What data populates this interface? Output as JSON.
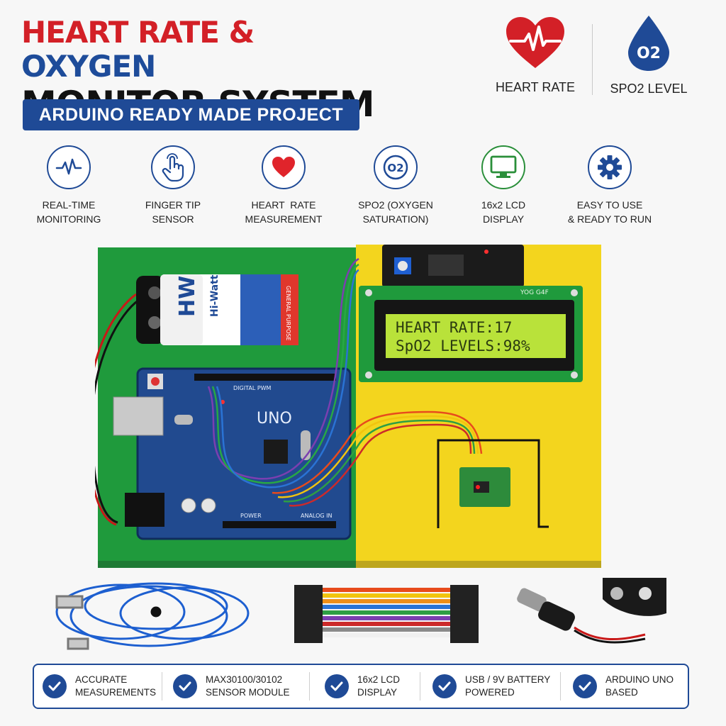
{
  "title": {
    "line1_part1": "HEART RATE &",
    "line1_part2": "OXYGEN",
    "line2": "MONITOR SYSTEM",
    "banner": "ARDUINO READY MADE PROJECT"
  },
  "top_badges": [
    {
      "label": "HEART RATE",
      "icon": "heart-pulse-icon"
    },
    {
      "label": "SPO2 LEVEL",
      "icon": "o2-drop-icon",
      "icon_text": "O2"
    }
  ],
  "features": [
    {
      "line1": "REAL-TIME",
      "line2": "MONITORING",
      "icon": "pulse-wave-icon"
    },
    {
      "line1": "FINGER TIP",
      "line2": "SENSOR",
      "icon": "finger-touch-icon"
    },
    {
      "line1": "HEART  RATE",
      "line2": "MEASUREMENT",
      "icon": "heart-icon"
    },
    {
      "line1": "SPO2 (OXYGEN",
      "line2": "SATURATION)",
      "icon": "o2-icon",
      "icon_text": "O2"
    },
    {
      "line1": "16x2 LCD",
      "line2": "DISPLAY",
      "icon": "monitor-icon"
    },
    {
      "line1": "EASY TO USE",
      "line2": "& READY TO RUN",
      "icon": "gear-icon"
    }
  ],
  "board": {
    "lcd_line1": "HEART RATE:17",
    "lcd_line2": "SpO2 LEVELS:98%",
    "lcd_module_label": "YOG G4F",
    "arduino_label": "UNO",
    "arduino_header_top": "DIGITAL PWM",
    "arduino_power_label": "POWER",
    "arduino_analog_label": "ANALOG IN",
    "battery_logo": "HW",
    "battery_brand": "Hi-Watt",
    "battery_side": "GENERAL PURPOSE"
  },
  "bottom_features": [
    {
      "line1": "ACCURATE",
      "line2": "MEASUREMENTS"
    },
    {
      "line1": "MAX30100/30102",
      "line2": "SENSOR MODULE"
    },
    {
      "line1": "16x2 LCD",
      "line2": "DISPLAY"
    },
    {
      "line1": "USB / 9V BATTERY",
      "line2": "POWERED"
    },
    {
      "line1": "ARDUINO UNO",
      "line2": "BASED"
    }
  ],
  "colors": {
    "red": "#d32027",
    "blue": "#1f4a96",
    "green_board": "#1f9a3c",
    "yellow_board": "#f3d51e",
    "lcd_green": "#b9e23a"
  }
}
